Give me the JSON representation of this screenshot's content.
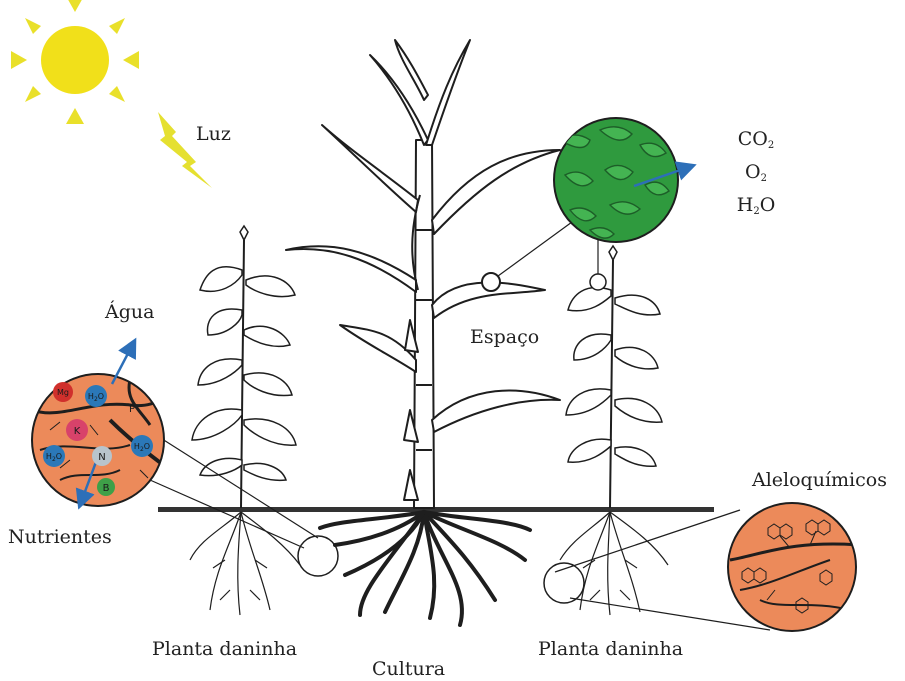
{
  "labels": {
    "light": "Luz",
    "water": "Água",
    "space": "Espaço",
    "nutrients": "Nutrientes",
    "weed_left": "Planta daninha",
    "weed_right": "Planta daninha",
    "crop": "Cultura",
    "allelochemicals": "Aleloquímicos"
  },
  "gases": [
    {
      "base": "CO",
      "sub": "2"
    },
    {
      "base": "O",
      "sub": "2"
    },
    {
      "base": "H",
      "sub": "2",
      "tail": "O"
    }
  ],
  "nutrient_bubbles": [
    {
      "name": "Mg",
      "color": "#d0302c"
    },
    {
      "name": "H2O",
      "color": "#2b78b8"
    },
    {
      "name": "P",
      "color": "#e87a4e"
    },
    {
      "name": "K",
      "color": "#d8426a"
    },
    {
      "name": "H2O",
      "color": "#2b78b8"
    },
    {
      "name": "H2O",
      "color": "#2b78b8"
    },
    {
      "name": "N",
      "color": "#b8c4cc"
    },
    {
      "name": "B",
      "color": "#3ea048"
    }
  ],
  "colors": {
    "sun": "#f1e01a",
    "sun_rays": "#e9e02a",
    "leaf_zoom": "#2f9a3e",
    "soil_zoom": "#ec8a5a",
    "arrow": "#2d6fb8",
    "ground_line": "#333333",
    "outline": "#1e1e1e"
  },
  "icons": {
    "sun": "sun-icon",
    "lightning": "lightning-bolt-icon"
  }
}
